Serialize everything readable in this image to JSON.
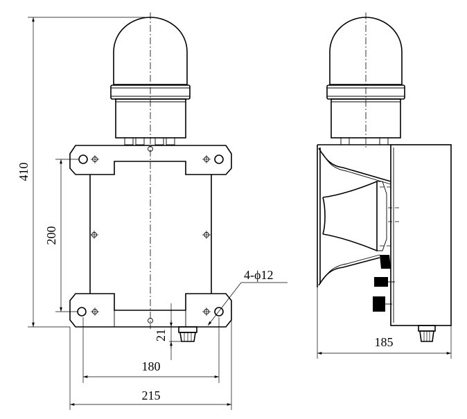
{
  "drawing": {
    "front_view": {
      "dimensions": {
        "overall_height": "410",
        "mount_hole_vertical_spacing": "200",
        "mount_hole_horizontal_spacing": "180",
        "overall_width": "215",
        "gland_offset": "21",
        "hole_spec": "4-ϕ12"
      }
    },
    "side_view": {
      "dimensions": {
        "overall_depth": "185"
      }
    }
  }
}
